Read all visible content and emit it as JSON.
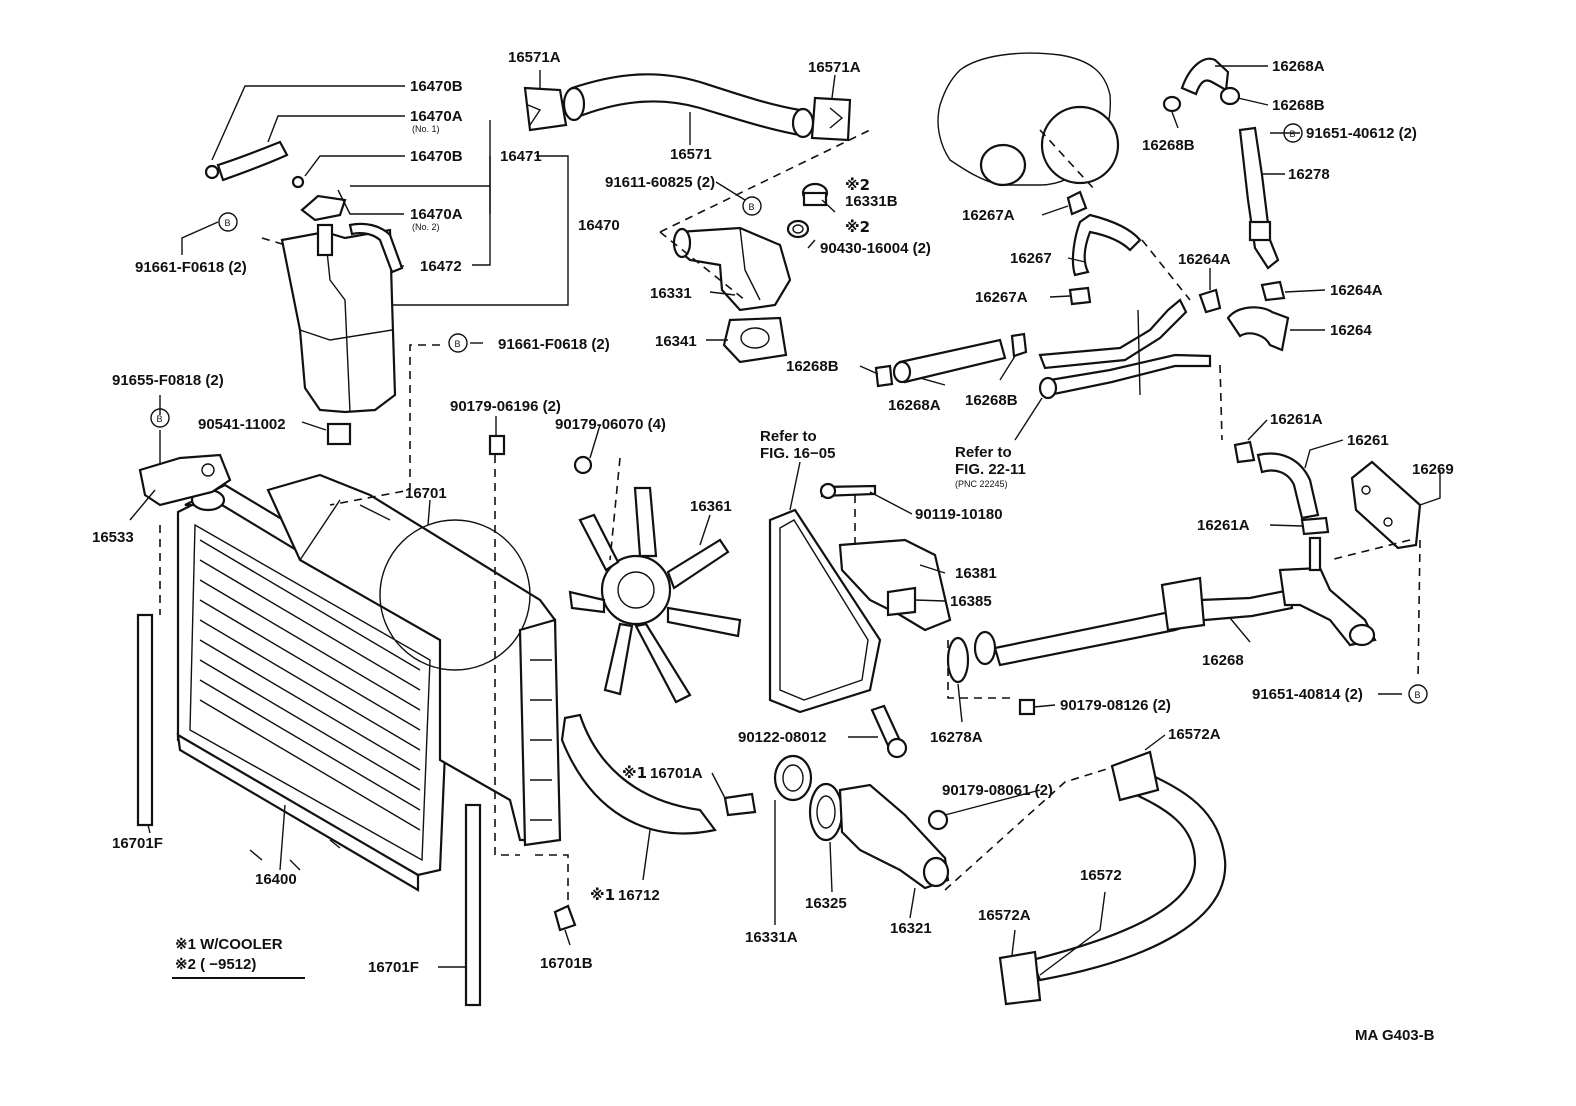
{
  "labels": {
    "p16470B_1": "16470B",
    "p16470A_1": "16470A",
    "p16470A_1_sub": "(No. 1)",
    "p16470B_2": "16470B",
    "p16471": "16471",
    "p16470A_2": "16470A",
    "p16470A_2_sub": "(No. 2)",
    "p16470": "16470",
    "p16472": "16472",
    "p91661_1": "91661-F0618 (2)",
    "p91661_2": "91661-F0618 (2)",
    "p91655": "91655-F0818 (2)",
    "p90541": "90541-11002",
    "p16533": "16533",
    "p16571A_L": "16571A",
    "p16571A_R": "16571A",
    "p16571": "16571",
    "p91611": "91611-60825 (2)",
    "p16331B": "16331B",
    "p90430": "90430-16004 (2)",
    "p16331": "16331",
    "p16341": "16341",
    "p16268A_top": "16268A",
    "p16268B_top": "16268B",
    "p16268B_left": "16268B",
    "p91651_40612": "91651-40612 (2)",
    "p16278": "16278",
    "p16267A_1": "16267A",
    "p16267": "16267",
    "p16267A_2": "16267A",
    "p16264A_1": "16264A",
    "p16264A_2": "16264A",
    "p16264": "16264",
    "p16268B_mid": "16268B",
    "p16268A_mid": "16268A",
    "p16268B_mid2": "16268B",
    "refer22_1": "Refer to",
    "refer22_2": "FIG. 22-11",
    "refer22_3": "(PNC 22245)",
    "p90179_06196": "90179-06196 (2)",
    "p90179_06070": "90179-06070 (4)",
    "refer16_1": "Refer to",
    "refer16_2": "FIG. 16−05",
    "p16261A_1": "16261A",
    "p16261": "16261",
    "p16269": "16269",
    "p16261A_2": "16261A",
    "p16701": "16701",
    "p16361": "16361",
    "p90119": "90119-10180",
    "p16381": "16381",
    "p16385": "16385",
    "p16268": "16268",
    "p91651_40814": "91651-40814 (2)",
    "p90179_08126": "90179-08126 (2)",
    "p16278A": "16278A",
    "p90122": "90122-08012",
    "p16572A_top": "16572A",
    "p16701A": "16701A",
    "p90179_08061": "90179-08061 (2)",
    "p16701F_L": "16701F",
    "p16400": "16400",
    "p16712": "16712",
    "p16331A": "16331A",
    "p16325": "16325",
    "p16321": "16321",
    "p16572": "16572",
    "p16572A_bot": "16572A",
    "p16701B": "16701B",
    "p16701F_B": "16701F",
    "legend1": "※1 W/COOLER",
    "legend2": "※2 (      −9512)",
    "code": "MA  G403-B"
  },
  "marks": {
    "m1": "※1",
    "m2": "※2",
    "circleB": "B"
  }
}
